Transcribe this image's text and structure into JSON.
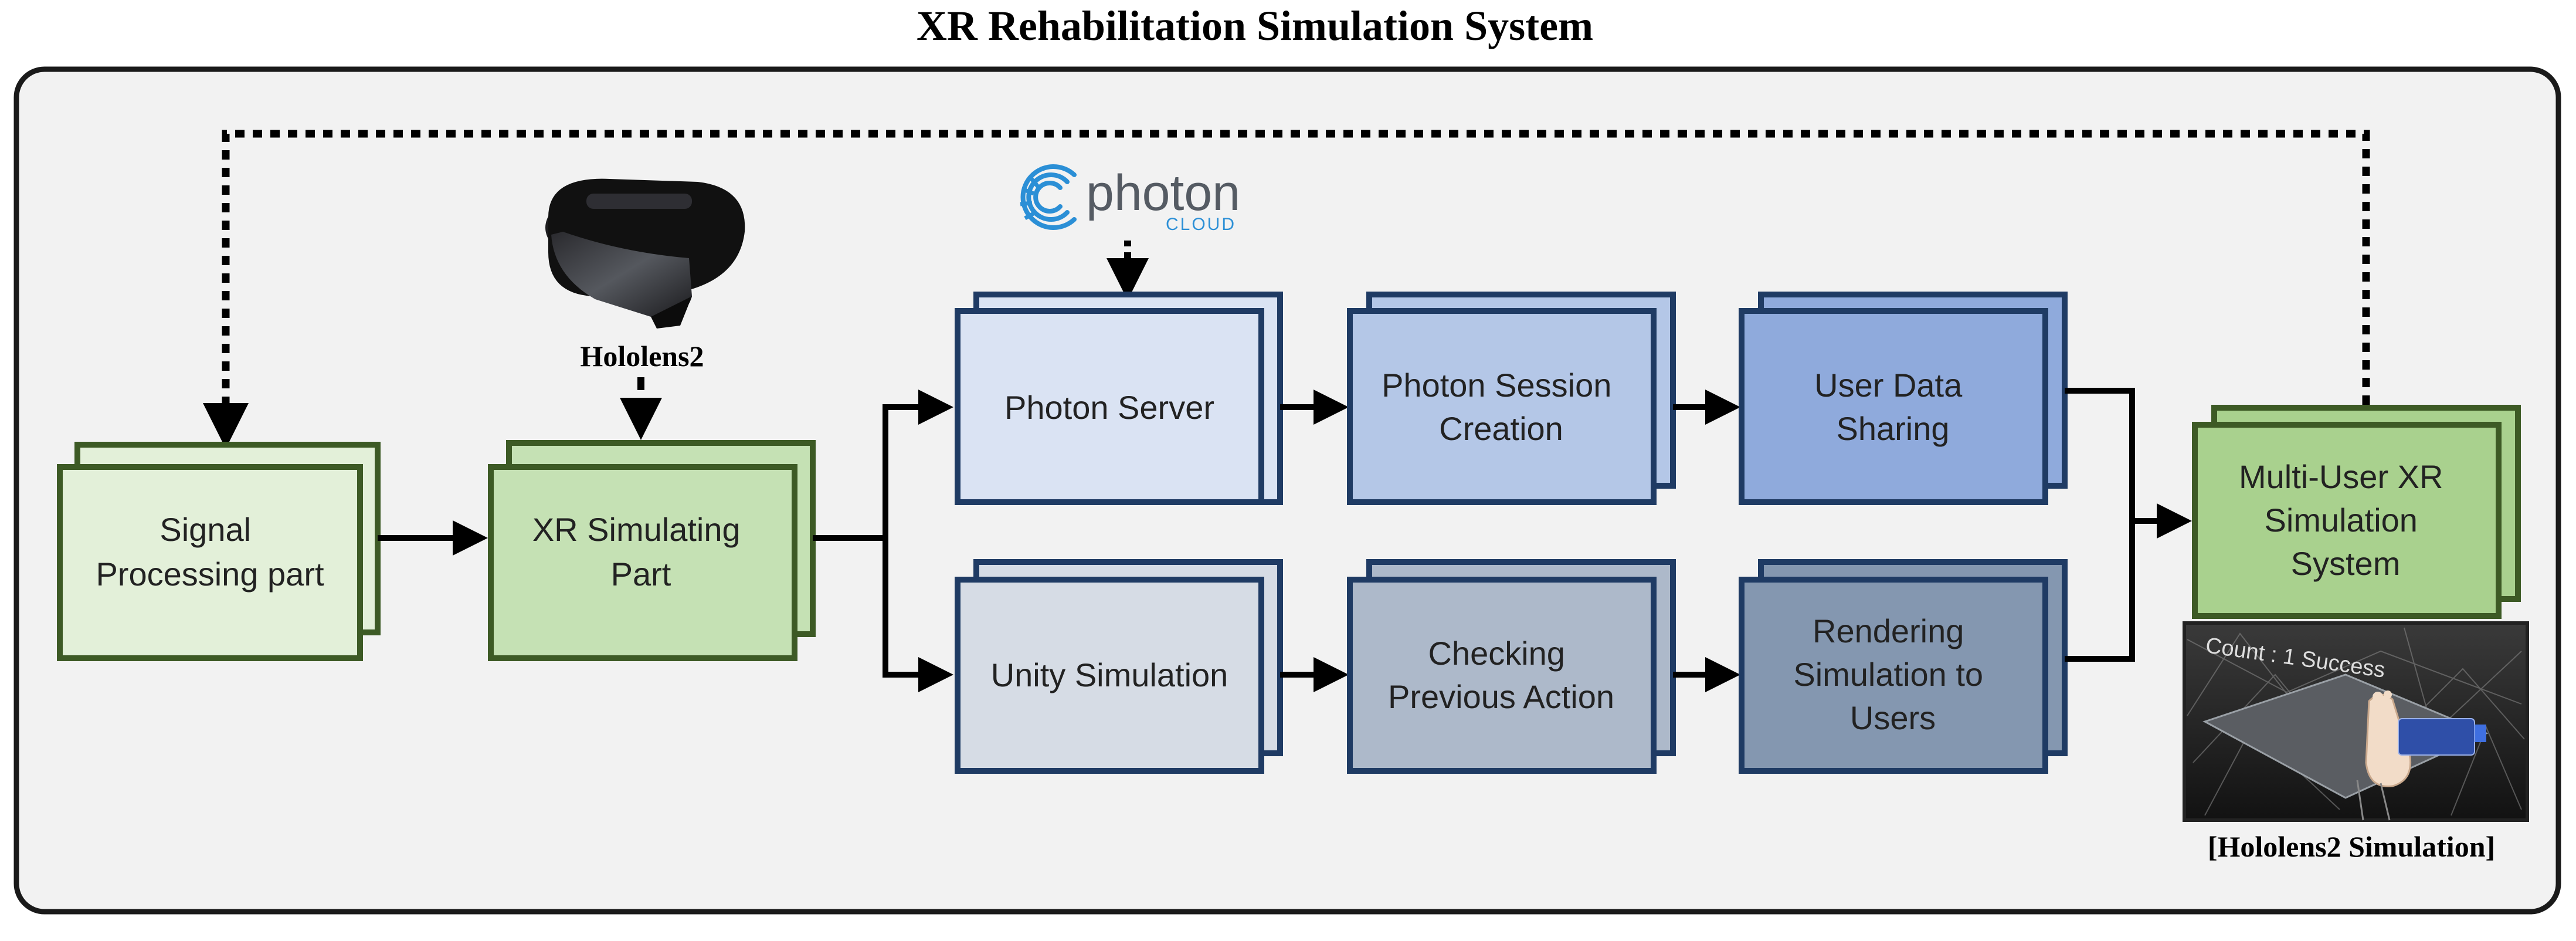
{
  "title": "XR Rehabilitation Simulation System",
  "labels": {
    "hololens": "Hololens2",
    "caption": "[Hololens2 Simulation]",
    "photon_logo_word": "photon",
    "photon_logo_sub": "CLOUD"
  },
  "boxes": {
    "signal": [
      "Signal",
      "Processing part"
    ],
    "xr_sim": [
      "XR Simulating",
      "Part"
    ],
    "photon_server": [
      "Photon Server"
    ],
    "photon_session": [
      "Photon Session",
      "Creation"
    ],
    "user_data": [
      "User Data",
      "Sharing"
    ],
    "unity_sim": [
      "Unity Simulation"
    ],
    "checking": [
      "Checking",
      "Previous Action"
    ],
    "rendering": [
      "Rendering",
      "Simulation to",
      "Users"
    ],
    "multi_user": [
      "Multi-User XR",
      "Simulation",
      "System"
    ]
  },
  "screenshot": {
    "count_text": "Count : 1 Success"
  },
  "colors": {
    "green_light_fill": "#e3f0d9",
    "green_mid_fill": "#c5e1b4",
    "green_dark_fill": "#a9d18e",
    "green_stroke": "#3d5a25",
    "blue1_fill": "#dae3f3",
    "blue2_fill": "#b4c7e7",
    "blue3_fill": "#8faadc",
    "blue_stroke": "#1f3b64",
    "gray1_fill": "#d6dce5",
    "gray2_fill": "#adb9ca",
    "gray3_fill": "#8497b0",
    "panel_fill": "#f2f2f2",
    "photon_blue": "#2b8fd6"
  },
  "icons": [
    "hololens-headset-icon",
    "photon-cloud-logo-icon",
    "foot-icon"
  ]
}
